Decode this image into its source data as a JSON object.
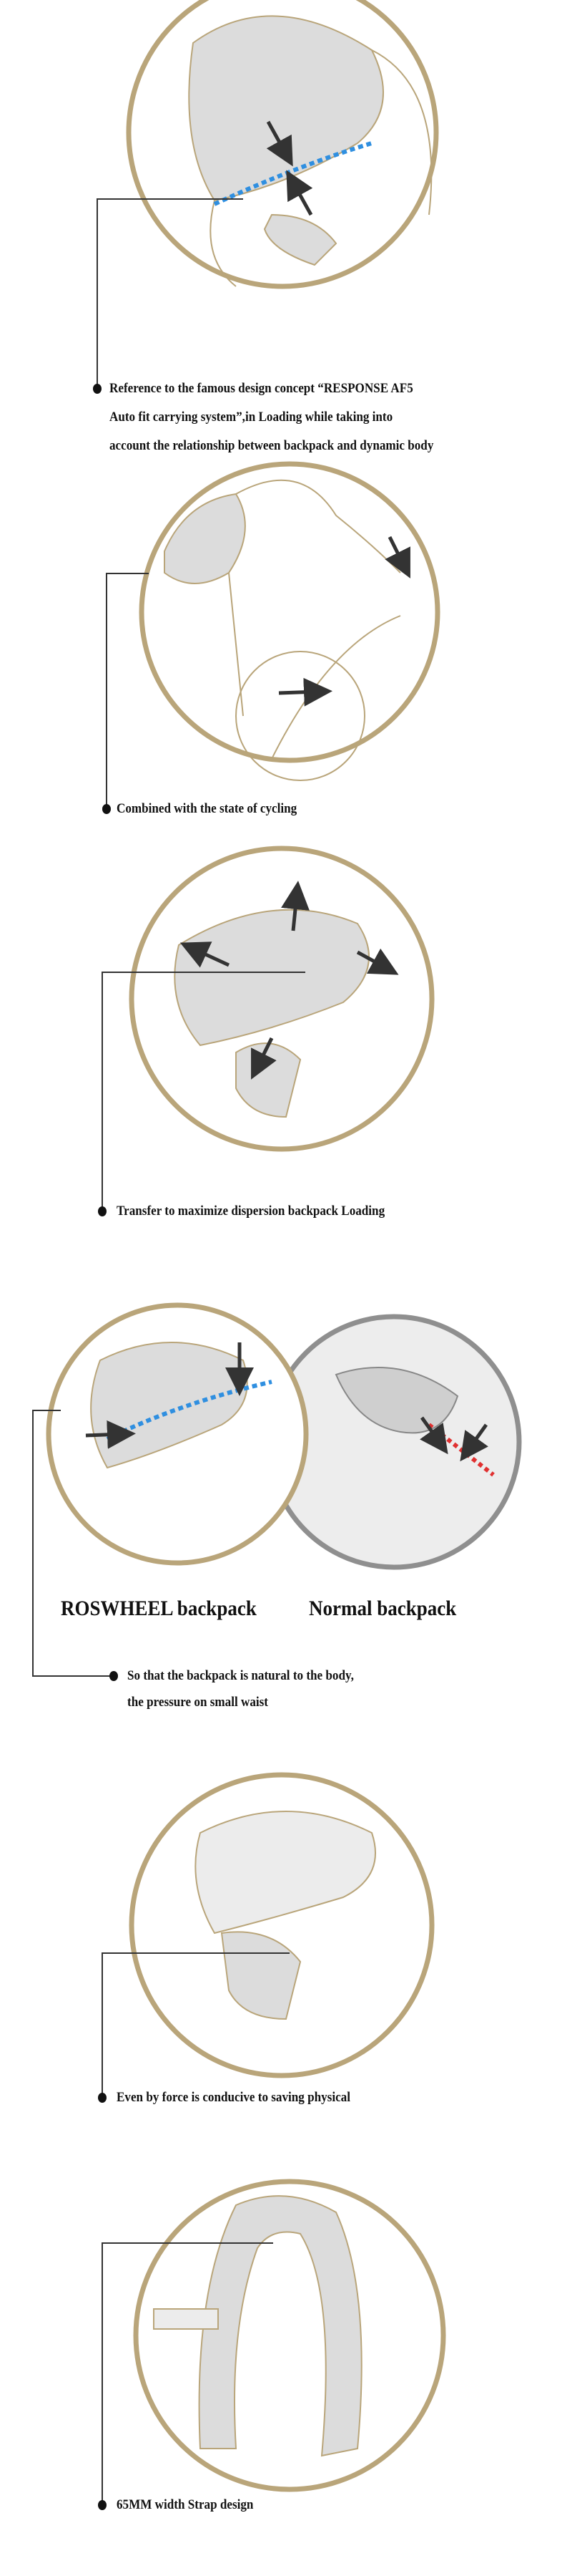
{
  "colors": {
    "gold": "#b9a57a",
    "gray": "#8f8f8f",
    "pack": "#d9d9d9",
    "arrow": "#333333",
    "dash_blue": "#2f8fe0",
    "dash_red": "#e03030"
  },
  "sections": [
    {
      "lines": [
        "Reference to the famous design concept “RESPONSE AF5",
        "Auto fit carrying system”,in Loading while taking into",
        "account the relationship between backpack and dynamic body"
      ]
    },
    {
      "lines": [
        "Combined with the state of cycling"
      ]
    },
    {
      "lines": [
        "Transfer to maximize dispersion backpack Loading"
      ]
    },
    {
      "lines": [
        "So that the backpack is natural to the body,",
        "the pressure on small waist"
      ],
      "labels": [
        "ROSWHEEL backpack",
        "Normal backpack"
      ]
    },
    {
      "lines": [
        "Even by force is conducive to saving physical"
      ]
    },
    {
      "lines": [
        "65MM width Strap design"
      ]
    }
  ]
}
